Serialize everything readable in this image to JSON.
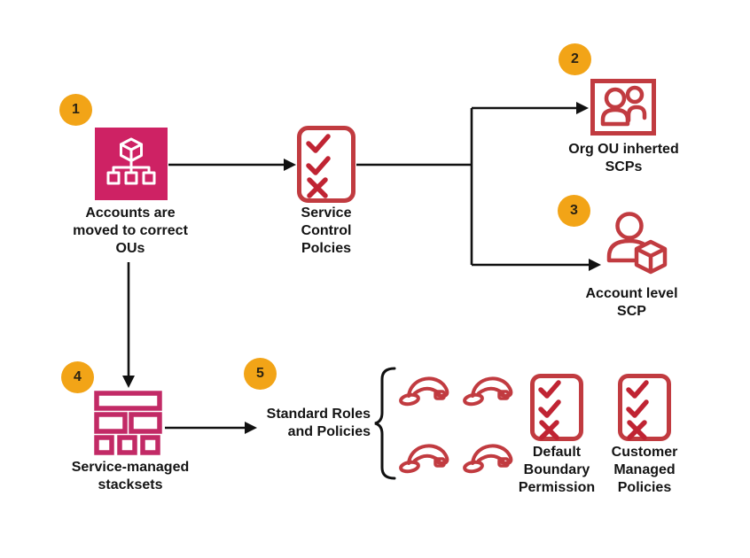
{
  "colors": {
    "bg": "#ffffff",
    "pink": "#ce2264",
    "pink2": "#c22a66",
    "red": "#c13b40",
    "redmark": "#c02433",
    "orange": "#f2a417",
    "line": "#111111",
    "text": "#141414"
  },
  "steps": [
    {
      "number": "1",
      "label": "Accounts are\nmoved to correct\nOUs",
      "icon": "aws-organizations-ou-icon"
    },
    {
      "number": "2",
      "label": "Org OU inherted\nSCPs",
      "icon": "user-group-icon"
    },
    {
      "number": "3",
      "label": "Account level\nSCP",
      "icon": "user-with-cube-icon"
    },
    {
      "number": "4",
      "label": "Service-managed\nstacksets",
      "icon": "stacksets-icon"
    },
    {
      "number": "5",
      "label": "Standard Roles\nand Policies",
      "icon": "role-hats-group"
    }
  ],
  "nodes": {
    "service_control_policies": {
      "label": "Service\nControl\nPolcies",
      "icon": "policy-checklist-icon"
    },
    "default_boundary_permission": {
      "label": "Default\nBoundary\nPermission",
      "icon": "policy-checklist-icon"
    },
    "customer_managed_policies": {
      "label": "Customer\nManaged\nPolicies",
      "icon": "policy-checklist-icon"
    },
    "standard_roles": {
      "icon": "iam-role-hat-icon",
      "hat_count": 4
    }
  }
}
